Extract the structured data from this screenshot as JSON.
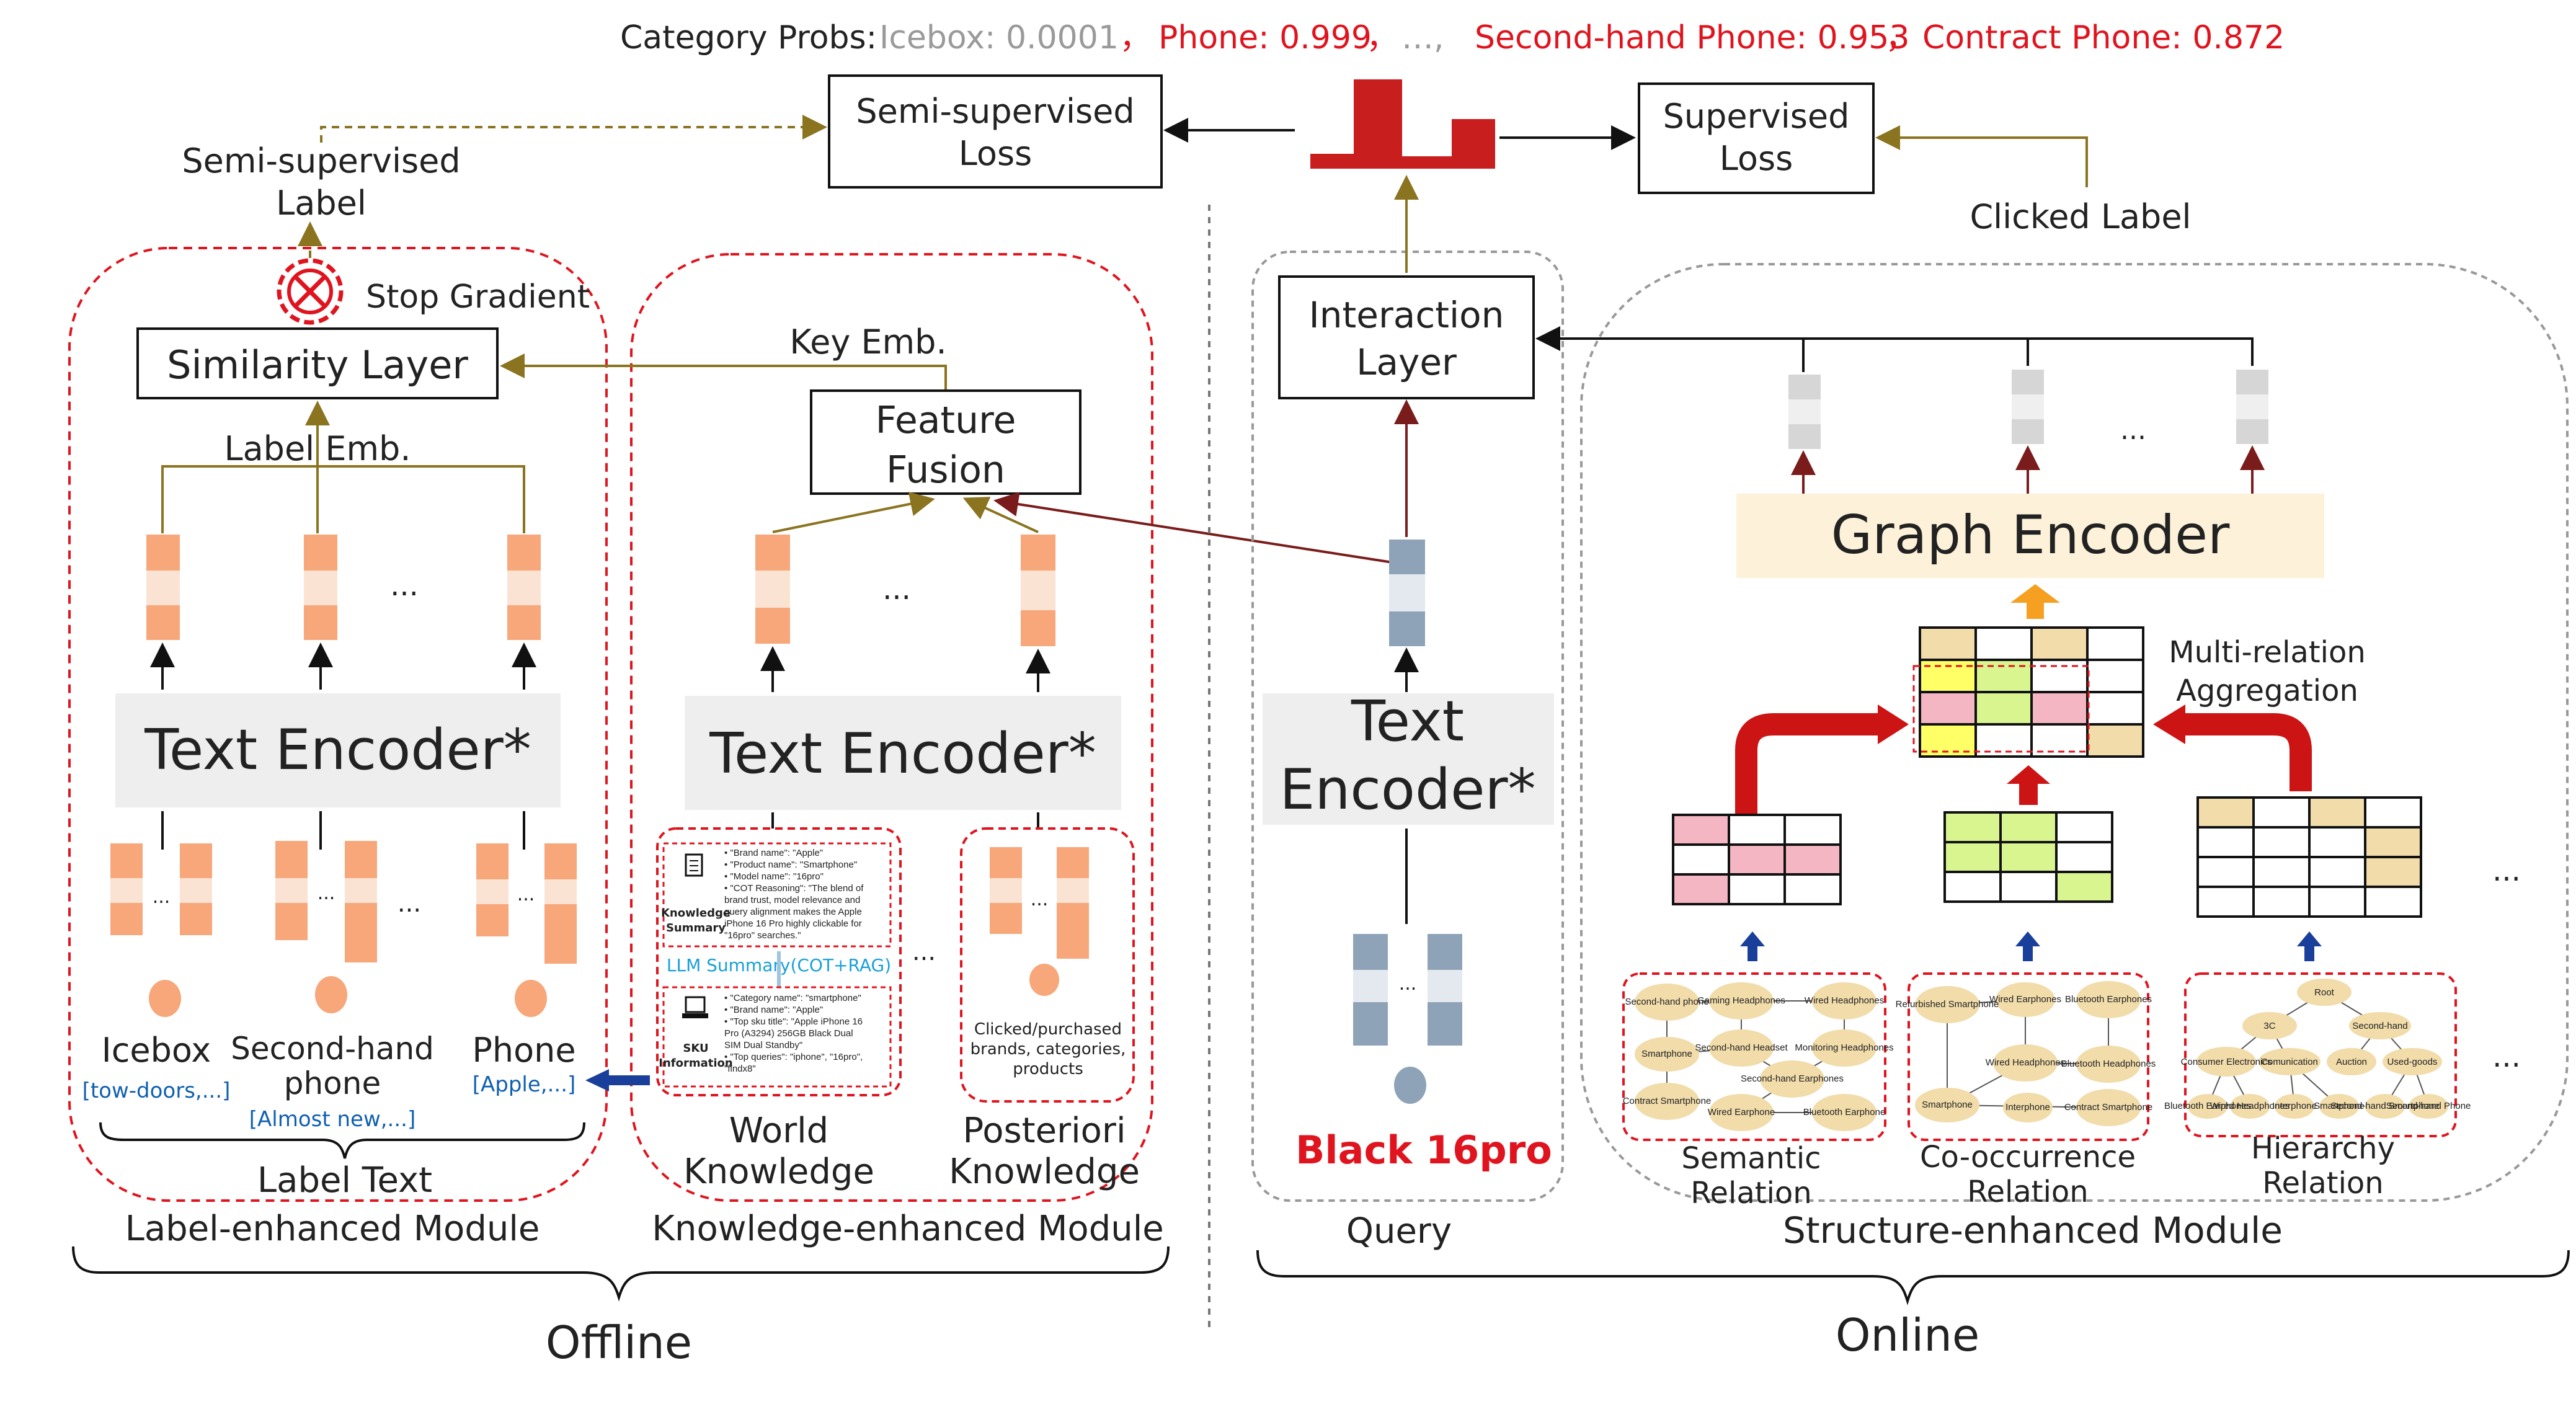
{
  "header": {
    "prefix": "Category Probs:",
    "icebox": "Icebox: 0.0001",
    "sep1": "，",
    "phone": "Phone: 0.999",
    "sep2": "，",
    "ellipsis": "…,",
    "second_hand": "Second-hand Phone: 0.953",
    "sep3": "，",
    "contract": "Contract Phone: 0.872"
  },
  "losses": {
    "semi_line1": "Semi-supervised",
    "semi_line2": "Loss",
    "sup_line1": "Supervised",
    "sup_line2": "Loss",
    "semi_label_line1": "Semi-supervised",
    "semi_label_line2": "Label",
    "clicked_label": "Clicked Label"
  },
  "label_module": {
    "stop_gradient": "Stop Gradient",
    "similarity_layer": "Similarity Layer",
    "label_emb": "Label Emb.",
    "encoder": "Text Encoder*",
    "ellipsis": "...",
    "items": [
      {
        "name": "Icebox",
        "sub": "[tow-doors,...]"
      },
      {
        "name_line1": "Second-hand",
        "name_line2": "phone",
        "sub": "[Almost new,...]"
      },
      {
        "name": "Phone",
        "sub": "[Apple,...]"
      }
    ],
    "label_text": "Label Text",
    "title": "Label-enhanced Module"
  },
  "knowledge_module": {
    "key_emb": "Key Emb.",
    "fusion_line1": "Feature",
    "fusion_line2": "Fusion",
    "encoder": "Text Encoder*",
    "ellipsis": "...",
    "knowledge_summary_label_1": "Knowledge",
    "knowledge_summary_label_2": "Summary",
    "knowledge_summary": [
      "• \"Brand name\": \"Apple\"",
      "• \"Product name\": \"Smartphone\"",
      "• \"Model name\": \"16pro\"",
      "• \"COT Reasoning\": \"The blend of",
      "  brand trust, model relevance and",
      "  query alignment makes the Apple",
      "  iPhone 16 Pro highly clickable for",
      "  \"16pro\" searches.\""
    ],
    "llm_summary": "LLM Summary(COT+RAG)",
    "sku_label_1": "SKU",
    "sku_label_2": "Information",
    "sku_info": [
      "• \"Category name\": \"smartphone\"",
      "• \"Brand name\": \"Apple\"",
      "• \"Top sku title\": \"Apple iPhone 16",
      "  Pro (A3294) 256GB Black Dual",
      "  SIM Dual Standby\"",
      "• \"Top queries\": \"iphone\", \"16pro\",",
      "  \"findx8\""
    ],
    "posteriori_text": [
      "Clicked/purchased",
      "brands, categories,",
      "products"
    ],
    "world_line1": "World",
    "world_line2": "Knowledge",
    "post_line1": "Posteriori",
    "post_line2": "Knowledge",
    "title": "Knowledge-enhanced Module"
  },
  "query_module": {
    "interaction_line1": "Interaction",
    "interaction_line2": "Layer",
    "encoder_line1": "Text",
    "encoder_line2": "Encoder*",
    "ellipsis": "...",
    "query_text": "Black 16pro",
    "title": "Query"
  },
  "structure_module": {
    "graph_encoder": "Graph Encoder",
    "ellipsis": "...",
    "aggregation_line1": "Multi-relation",
    "aggregation_line2": "Aggregation",
    "side_dots": "...",
    "semantic_line1": "Semantic",
    "semantic_line2": "Relation",
    "cooccurrence_line1": "Co-occurrence",
    "cooccurrence_line2": "Relation",
    "hierarchy_line1": "Hierarchy",
    "hierarchy_line2": "Relation",
    "title": "Structure-enhanced Module",
    "semantic_nodes": [
      "Second-hand phone",
      "Gaming Headphones",
      "Wired Headphones",
      "Smartphone",
      "Second-hand Headset",
      "Monitoring Headphones",
      "Second-hand Earphones",
      "Contract Smartphone",
      "Wired Earphone",
      "Bluetooth Earphone"
    ],
    "cooccurrence_nodes": [
      "Refurbished Smartphone",
      "Wired Earphones",
      "Bluetooth Earphones",
      "Wired Headphones",
      "Bluetooth Headphones",
      "Smartphone",
      "Interphone",
      "Contract Smartphone"
    ],
    "hierarchy_nodes": [
      "Root",
      "3C",
      "Second-hand",
      "Consumer Electronics",
      "Comunication",
      "Auction",
      "Used-goods"
    ],
    "hierarchy_leaves": [
      "Bluetooth Earphones",
      "Wired Headphones",
      "Interphone",
      "Smartphone",
      "Second-hand Smartphone",
      "Second-hand Phone"
    ]
  },
  "footer": {
    "offline": "Offline",
    "online": "Online"
  },
  "colors": {
    "orange": "#f7a77a",
    "orange_light": "#fbe3d4",
    "steel": "#8fa3b8",
    "red_bar": "#c81e1e",
    "olive": "#8a7420",
    "dark_red": "#7a1c1c",
    "tan": "#f1dcaa",
    "pink": "#f4b6c2",
    "yellow": "#ffff66",
    "lime": "#d9f58f"
  }
}
